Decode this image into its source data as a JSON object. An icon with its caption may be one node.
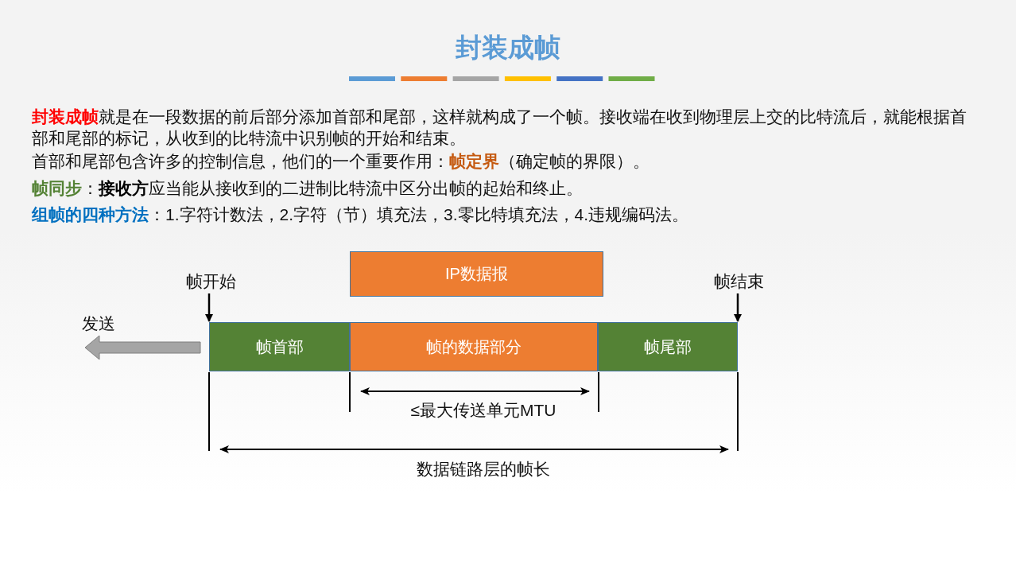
{
  "diagram": {
    "title": "封装成帧",
    "nodes": [
      {
        "text": [
          "IP数据报"
        ]
      },
      {
        "text": [
          "帧开始"
        ]
      },
      {
        "text": [
          "帧结束"
        ]
      },
      {
        "text": [
          "帧首部"
        ]
      },
      {
        "text": [
          "帧的数据部分"
        ]
      },
      {
        "text": [
          "帧尾部"
        ]
      }
    ],
    "edges": [
      {
        "from": 1,
        "to": 3,
        "arrow": "to"
      },
      {
        "from": 2,
        "to": 5,
        "arrow": "to"
      }
    ],
    "labels": [
      "**封装成帧**就是在一段数据的前后部分添加首部和尾部，这样就构成了一个帧。接收端在收到物理层上交的比特流后，就能根据首部和尾部的标记，从收到的比特流中识别帧的开始和结束。",
      "首部和尾部包含许多的控制信息，他们的一个重要作用：**帧定界**（确定帧的界限）。",
      "**帧同步**：**接收方**应当能从接收到的二进制比特流中区分出帧的起始和终止。",
      "**组帧的四种方法**：1.字符计数法，2.字符（节）填充法，3.零比特填充法，4.违规编码法。",
      "发送",
      "≤最大传送单元MTU",
      "数据链路层的帧长"
    ]
  }
}
